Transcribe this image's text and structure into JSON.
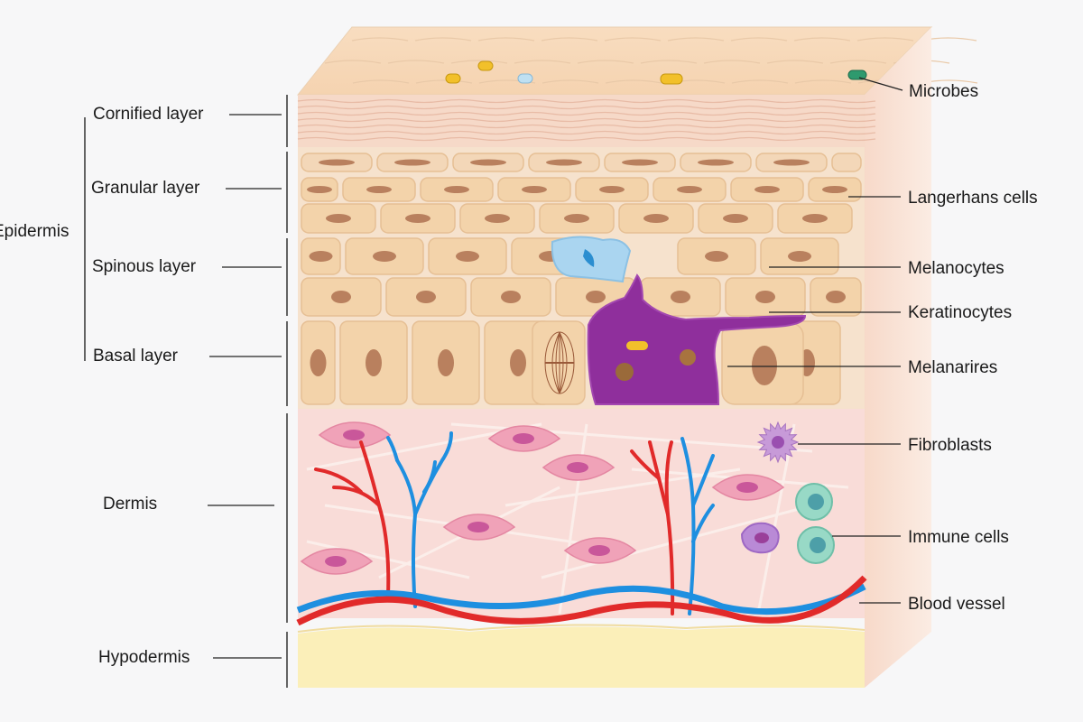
{
  "left_labels": {
    "epidermis": "Epidermis",
    "cornified": "Cornified layer",
    "granular": "Granular layer",
    "spinous": "Spinous layer",
    "basal": "Basal layer",
    "dermis": "Dermis",
    "hypodermis": "Hypodermis"
  },
  "right_labels": {
    "microbes": "Microbes",
    "langerhans": "Langerhans cells",
    "melanocytes": "Melanocytes",
    "keratinocytes": "Keratinocytes",
    "melanarires": "Melanarires",
    "fibroblasts": "Fibroblasts",
    "immune": "Immune cells",
    "blood_vessel": "Blood vessel"
  },
  "colors": {
    "background": "#f7f7f8",
    "epidermis_cell": "#f3d3aa",
    "nucleus": "#b9805e",
    "dermis": "#f9dcd8",
    "fibroblast": "#f0a2b8",
    "melanocyte": "#8f2f9c",
    "langerhans": "#a9d6f2",
    "artery": "#e12a2a",
    "vein": "#1e8fe0",
    "hypodermis": "#fbefb9",
    "immune_cell": "#8fd3c0"
  }
}
